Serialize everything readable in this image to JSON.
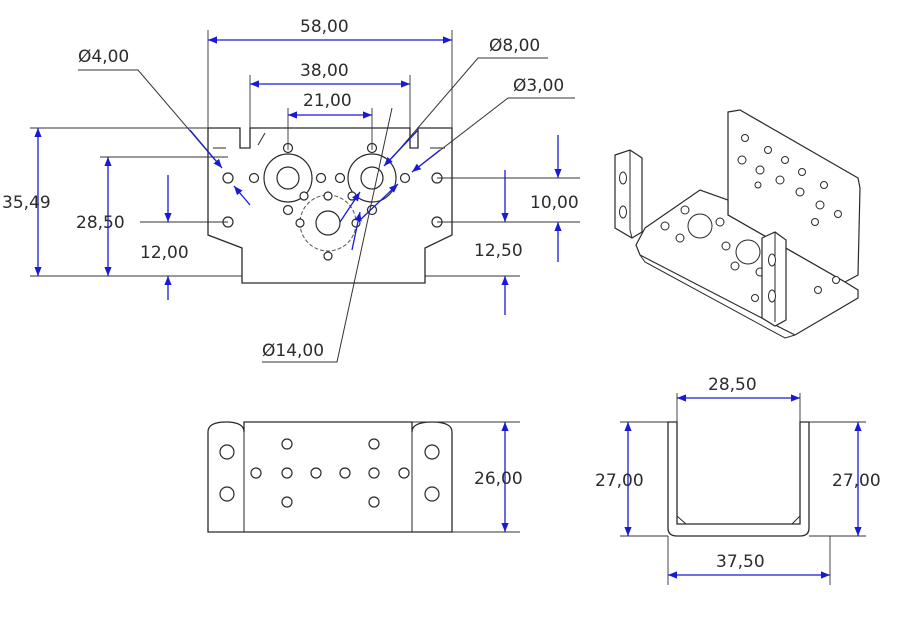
{
  "dimensions": {
    "front_width": "58,00",
    "front_inner_width": "38,00",
    "hole_spacing": "21,00",
    "bore_dia_8": "Ø8,00",
    "hole_dia_4": "Ø4,00",
    "hole_dia_3": "Ø3,00",
    "height_total": "35,49",
    "height_holes": "28,50",
    "height_12": "12,00",
    "height_10": "10,00",
    "height_12_5": "12,50",
    "bore_dia_14": "Ø14,00",
    "side_height": "26,00",
    "u_inner_width": "28,50",
    "u_outer_width": "37,50",
    "u_left_height": "27,00",
    "u_right_height": "27,00"
  },
  "colors": {
    "dimension_line": "#1a1ad6",
    "part_line": "#2a2a2a",
    "text": "#2c2c2c"
  }
}
